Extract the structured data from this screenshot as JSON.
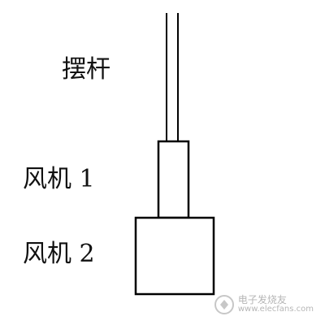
{
  "labels": {
    "swing_rod": "摆杆",
    "fan_1": "风机 1",
    "fan_2": "风机 2"
  },
  "watermark": {
    "brand": "电子发烧友",
    "url": "www.elecfans.com"
  },
  "colors": {
    "stroke": "#000000",
    "text": "#111111",
    "watermark": "#7a7a7a"
  }
}
